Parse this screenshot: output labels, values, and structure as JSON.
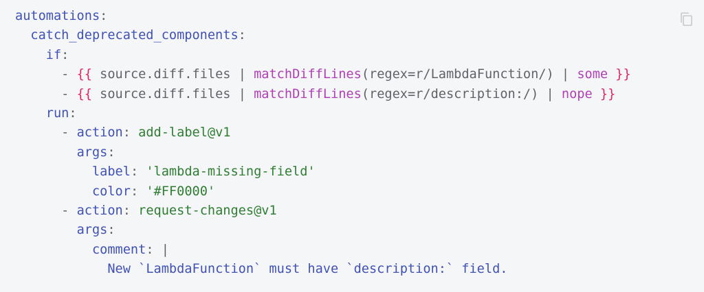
{
  "code": {
    "automations_key": "automations",
    "rule_name": "catch_deprecated_components",
    "if_key": "if",
    "cond1": {
      "open": "{{",
      "source": "source.diff.files",
      "pipe1": "|",
      "fn": "matchDiffLines",
      "args": "(regex=r/LambdaFunction/)",
      "pipe2": "|",
      "filter": "some",
      "close": "}}"
    },
    "cond2": {
      "open": "{{",
      "source": "source.diff.files",
      "pipe1": "|",
      "fn": "matchDiffLines",
      "args": "(regex=r/description:/)",
      "pipe2": "|",
      "filter": "nope",
      "close": "}}"
    },
    "run_key": "run",
    "action_key": "action",
    "action1_value": "add-label@v1",
    "args_key": "args",
    "label_key": "label",
    "label_value": "'lambda-missing-field'",
    "color_key": "color",
    "color_value": "'#FF0000'",
    "action2_value": "request-changes@v1",
    "comment_key": "comment",
    "comment_indicator": "|",
    "comment_text": "New `LambdaFunction` must have `description:` field."
  },
  "icons": {
    "copy": "copy-icon"
  },
  "colors": {
    "background": "#f5f6f8",
    "key": "#3f51b5",
    "string": "#2e7d32",
    "template": "#e0245e",
    "function": "#b03fb5",
    "punctuation": "#5f6368"
  }
}
